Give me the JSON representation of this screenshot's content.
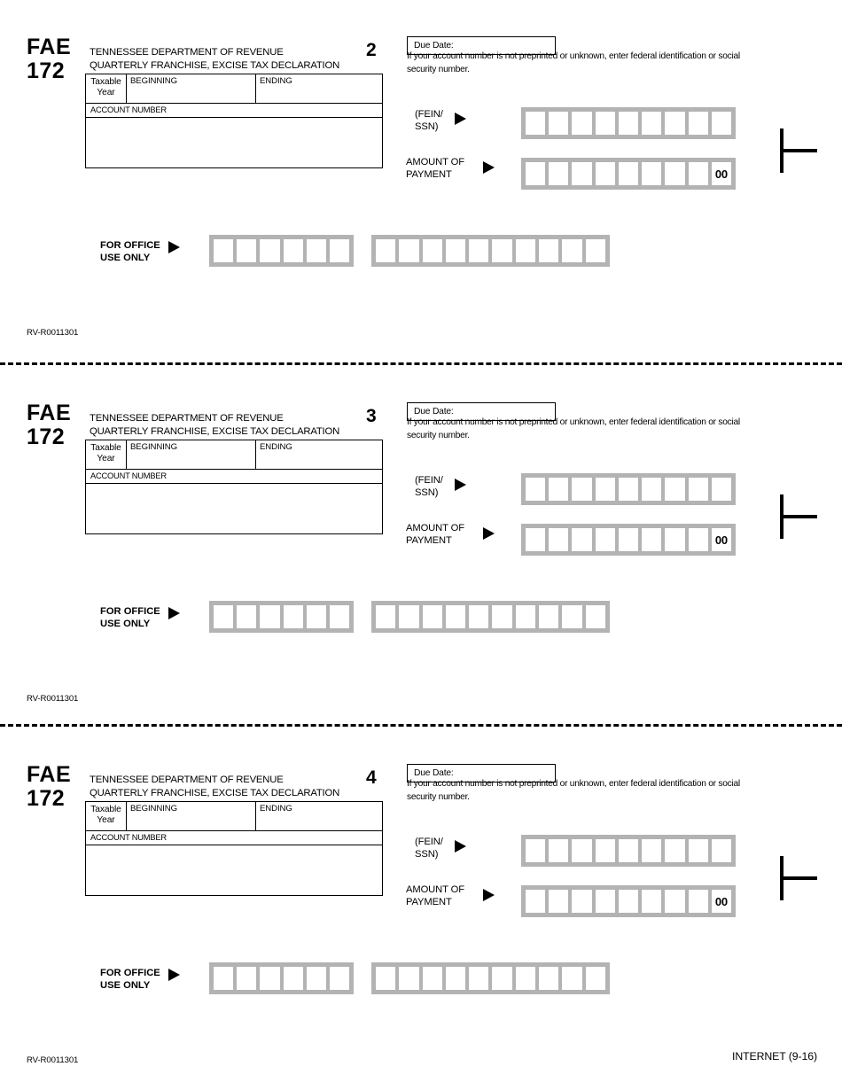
{
  "form": {
    "form_code_line1": "FAE",
    "form_code_line2": "172",
    "dept_line1": "TENNESSEE DEPARTMENT OF REVENUE",
    "dept_line2": "QUARTERLY FRANCHISE, EXCISE TAX DECLARATION",
    "due_date_label": "Due Date:",
    "due_date_value": "",
    "instruction_line1": "If your account number is not preprinted or unknown, enter federal identification or social",
    "instruction_line2": "security number.",
    "taxable_year_line1": "Taxable",
    "taxable_year_line2": "Year",
    "beginning_label": "BEGINNING",
    "beginning_value": "",
    "ending_label": "ENDING",
    "ending_value": "",
    "account_number_label": "ACCOUNT NUMBER",
    "account_number_value": "",
    "name_address_value": "",
    "fein_label_line1": "(FEIN/",
    "fein_label_line2": "SSN)",
    "amount_label_line1": "AMOUNT  OF",
    "amount_label_line2": "PAYMENT",
    "office_label_line1": "FOR  OFFICE",
    "office_label_line2": "USE ONLY",
    "cents_value": "00",
    "form_id": "RV-R0011301",
    "internet_tag": "INTERNET (9-16)",
    "grid_gray": "#b3b3b3",
    "fein_box_count": 9,
    "amount_box_count": 9,
    "office_grid_a_count": 6,
    "office_grid_b_count": 10
  },
  "vouchers": [
    {
      "section_number": "2"
    },
    {
      "section_number": "3"
    },
    {
      "section_number": "4"
    }
  ]
}
